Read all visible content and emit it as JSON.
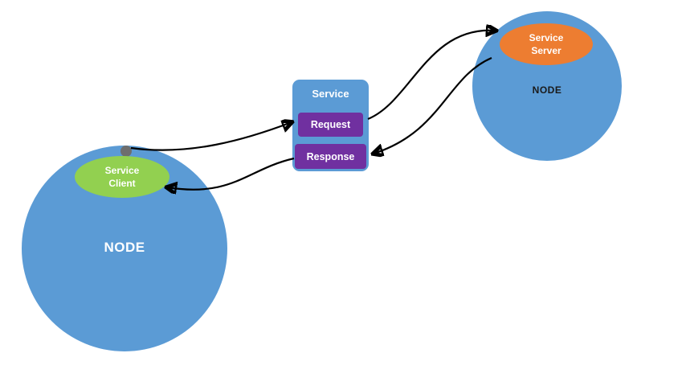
{
  "diagram": {
    "left_node": {
      "label": "NODE"
    },
    "right_node": {
      "label": "NODE"
    },
    "service_client": {
      "line1": "Service",
      "line2": "Client"
    },
    "service_server": {
      "line1": "Service",
      "line2": "Server"
    },
    "service_box": {
      "title": "Service",
      "request_label": "Request",
      "response_label": "Response"
    },
    "colors": {
      "node_blue": "#5b9bd5",
      "client_green": "#92d050",
      "server_orange": "#ed7d31",
      "purple": "#7030a0",
      "dot_gray": "#6e6e6e",
      "arrow_black": "#000000"
    }
  }
}
